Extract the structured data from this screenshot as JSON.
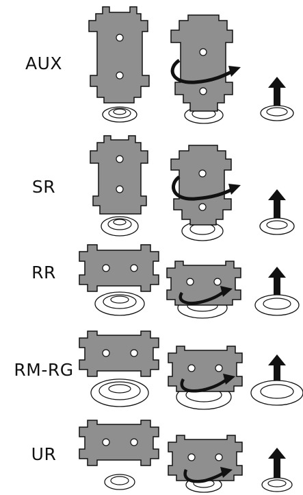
{
  "rows": [
    {
      "label": "AUX"
    },
    {
      "label": "SR"
    },
    {
      "label": "RR"
    },
    {
      "label": "RM-RG"
    },
    {
      "label": "UR"
    }
  ],
  "colors": {
    "plate_fill": "#8f8f8f",
    "outline": "#111111",
    "arrow": "#111111",
    "background": "#ffffff"
  },
  "icons": [
    "key-plate-icon",
    "burner-cap-icon",
    "rotate-arrow-icon",
    "lift-up-arrow-icon"
  ]
}
